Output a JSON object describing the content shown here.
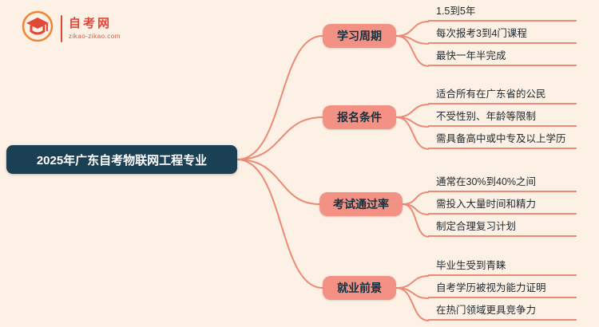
{
  "logo": {
    "site_name": "自考网",
    "site_url": "zikao-zikao.com"
  },
  "main_topic": "2025年广东自考物联网工程专业",
  "colors": {
    "background": "#fdf0e4",
    "main_node": "#1b4053",
    "branch_node": "#f29184",
    "connector": "#ea8a77",
    "logo_red": "#e0493a"
  },
  "branches": [
    {
      "label": "学习周期",
      "items": [
        "1.5到5年",
        "每次报考3到4门课程",
        "最快一年半完成"
      ]
    },
    {
      "label": "报名条件",
      "items": [
        "适合所有在广东省的公民",
        "不受性别、年龄等限制",
        "需具备高中或中专及以上学历"
      ]
    },
    {
      "label": "考试通过率",
      "items": [
        "通常在30%到40%之间",
        "需投入大量时间和精力",
        "制定合理复习计划"
      ]
    },
    {
      "label": "就业前景",
      "items": [
        "毕业生受到青睐",
        "自考学历被视为能力证明",
        "在热门领域更具竞争力"
      ]
    }
  ]
}
